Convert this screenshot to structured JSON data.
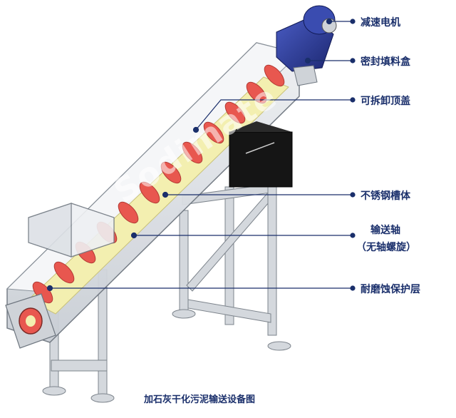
{
  "labels": {
    "motor": "减速电机",
    "gland": "密封填料盒",
    "cover": "可拆卸顶盖",
    "trough": "不锈钢槽体",
    "shaft_line1": "输送轴",
    "shaft_line2": "（无轴螺旋）",
    "liner": "耐磨蚀保护层"
  },
  "caption": "加石灰干化污泥输送设备图",
  "watermark": "Sodimate",
  "colors": {
    "label_text": "#1a2f6b",
    "leader": "#1a2f6b",
    "spiral": "#e8574f",
    "liner": "#f3efb0",
    "frame": "#cfd3d8",
    "motor": "#2a3a8c",
    "housing": "#1a1a1a"
  }
}
